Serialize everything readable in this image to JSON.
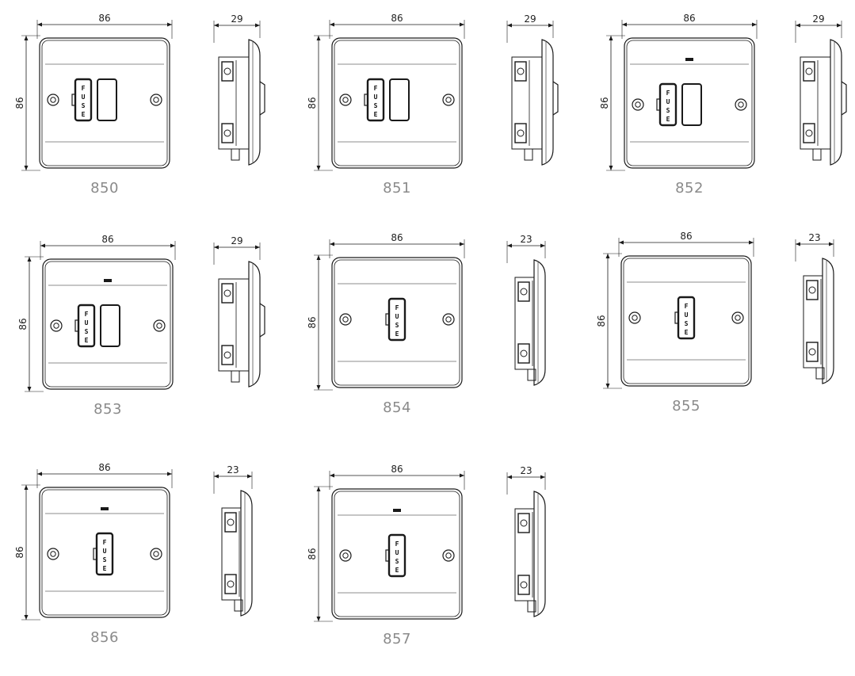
{
  "dimension_labels": {
    "width": "86",
    "height": "86",
    "depth_tall": "29",
    "depth_short": "23"
  },
  "fuse_letters": [
    "F",
    "U",
    "S",
    "E"
  ],
  "products": [
    {
      "code": "850",
      "switch": true,
      "neon": false,
      "depth": "29"
    },
    {
      "code": "851",
      "switch": true,
      "neon": false,
      "depth": "29"
    },
    {
      "code": "852",
      "switch": true,
      "neon": true,
      "depth": "29"
    },
    {
      "code": "853",
      "switch": true,
      "neon": true,
      "depth": "29"
    },
    {
      "code": "854",
      "switch": false,
      "neon": false,
      "depth": "23"
    },
    {
      "code": "855",
      "switch": false,
      "neon": false,
      "depth": "23"
    },
    {
      "code": "856",
      "switch": false,
      "neon": true,
      "depth": "23"
    },
    {
      "code": "857",
      "switch": false,
      "neon": true,
      "depth": "23"
    }
  ]
}
